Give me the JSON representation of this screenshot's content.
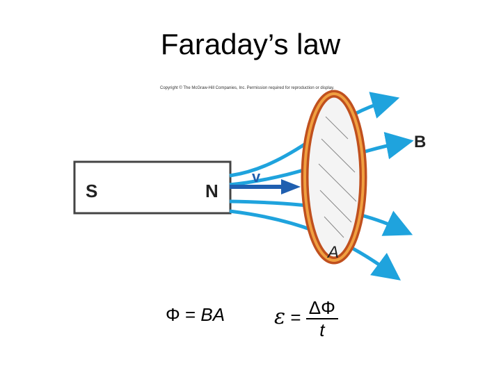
{
  "title": "Faraday’s law",
  "copyright": "Copyright © The McGraw-Hill Companies, Inc. Permission required for reproduction or display.",
  "magnet": {
    "south_label": "S",
    "north_label": "N"
  },
  "labels": {
    "velocity": "v",
    "field": "B",
    "area": "A"
  },
  "equations": {
    "flux": {
      "lhs": "Φ",
      "eq": " = ",
      "rhs": "BA"
    },
    "emf": {
      "lhs": "ε",
      "eq": " = ",
      "numerator": "ΔΦ",
      "denominator": "t"
    }
  },
  "colors": {
    "field_lines": "#1fa3dd",
    "velocity_arrow": "#1f5fb0",
    "loop_outer": "#c0501e",
    "loop_inner": "#f0a040",
    "magnet_stroke": "#444444"
  }
}
